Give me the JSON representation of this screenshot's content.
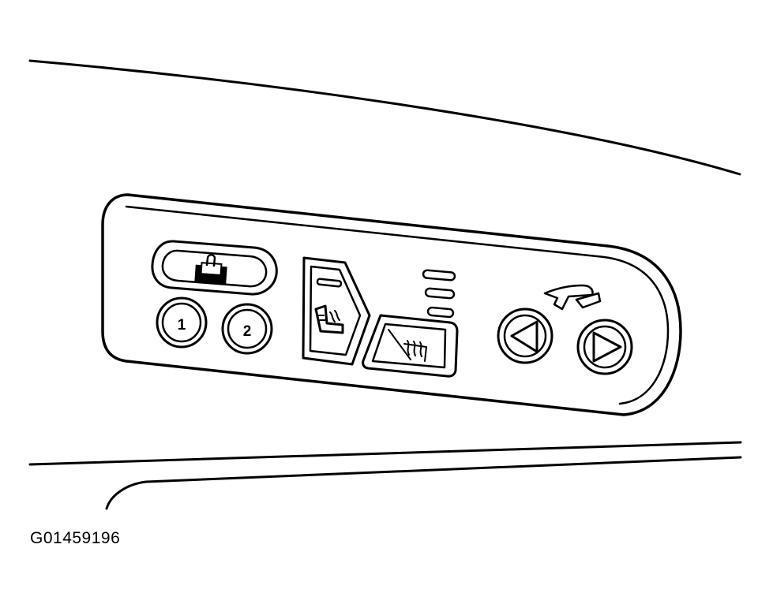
{
  "figure_id": "G01459196",
  "memory_buttons": [
    {
      "label": "1"
    },
    {
      "label": "2"
    }
  ],
  "icons": [
    "lock-icon",
    "seat-heater-icon",
    "heat-waves-icon",
    "mirror-icon",
    "left-arrow-icon",
    "right-arrow-icon"
  ],
  "colors": {
    "stroke": "#000000",
    "background": "#ffffff"
  }
}
